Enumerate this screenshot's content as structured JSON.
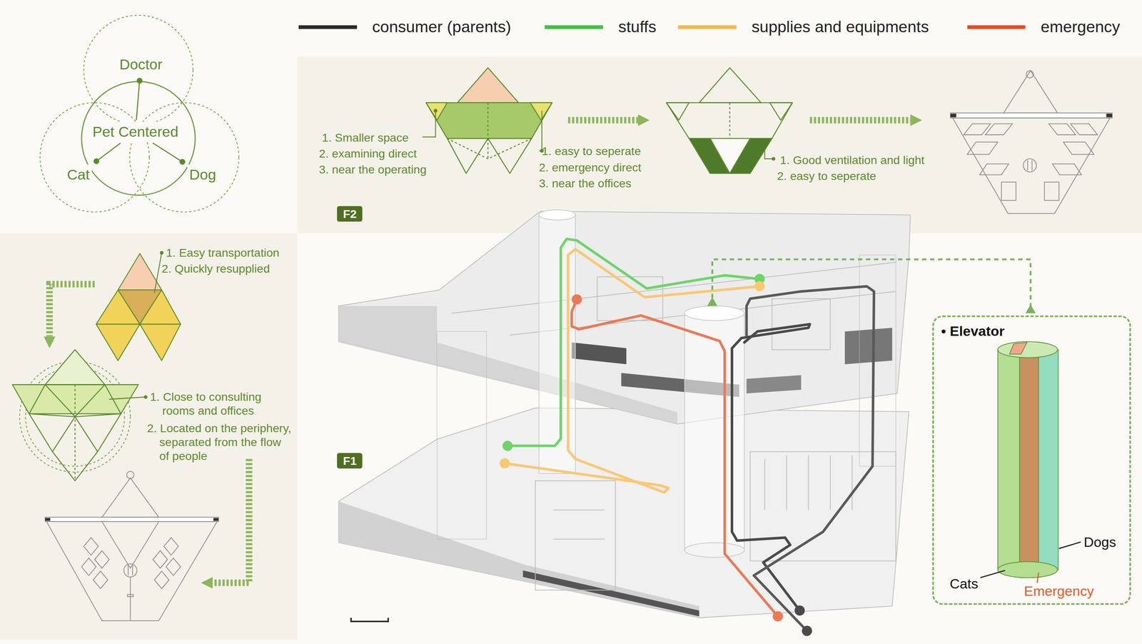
{
  "diagram": {
    "nodes": [
      {
        "text": [
          "Pet Centered"
        ]
      },
      {
        "text": [
          "Doctor"
        ]
      },
      {
        "text": [
          "Cat"
        ]
      },
      {
        "text": [
          "Dog"
        ]
      },
      {
        "text": [
          "F2"
        ]
      },
      {
        "text": [
          "F1"
        ]
      },
      {
        "text": [
          "• Elevator"
        ]
      }
    ],
    "edges": [
      {
        "from": 0,
        "to": 1,
        "arrow": "none"
      },
      {
        "from": 0,
        "to": 2,
        "arrow": "none"
      },
      {
        "from": 0,
        "to": 3,
        "arrow": "none"
      }
    ],
    "labels": [
      "1. Smaller space",
      "2. examining direct",
      "3. near the operating",
      "1. easy to seperate",
      "2. emergency direct",
      "3. near the offices",
      "1. Good ventilation and light",
      "2. easy to seperate",
      "1. Easy transportation",
      "2. Quickly resupplied",
      "1. Close to consulting rooms and offices",
      "2. Located on the periphery, separated from the flow of people",
      "Dogs",
      "Cats",
      "Emergency"
    ],
    "legend": [
      {
        "text": "consumer (parents)",
        "color": "#2b2b2b"
      },
      {
        "text": "stuffs",
        "color": "#3ec43a"
      },
      {
        "text": "supplies and equipments",
        "color": "#f8b84a"
      },
      {
        "text": "emergency",
        "color": "#ee4a1f"
      }
    ]
  }
}
